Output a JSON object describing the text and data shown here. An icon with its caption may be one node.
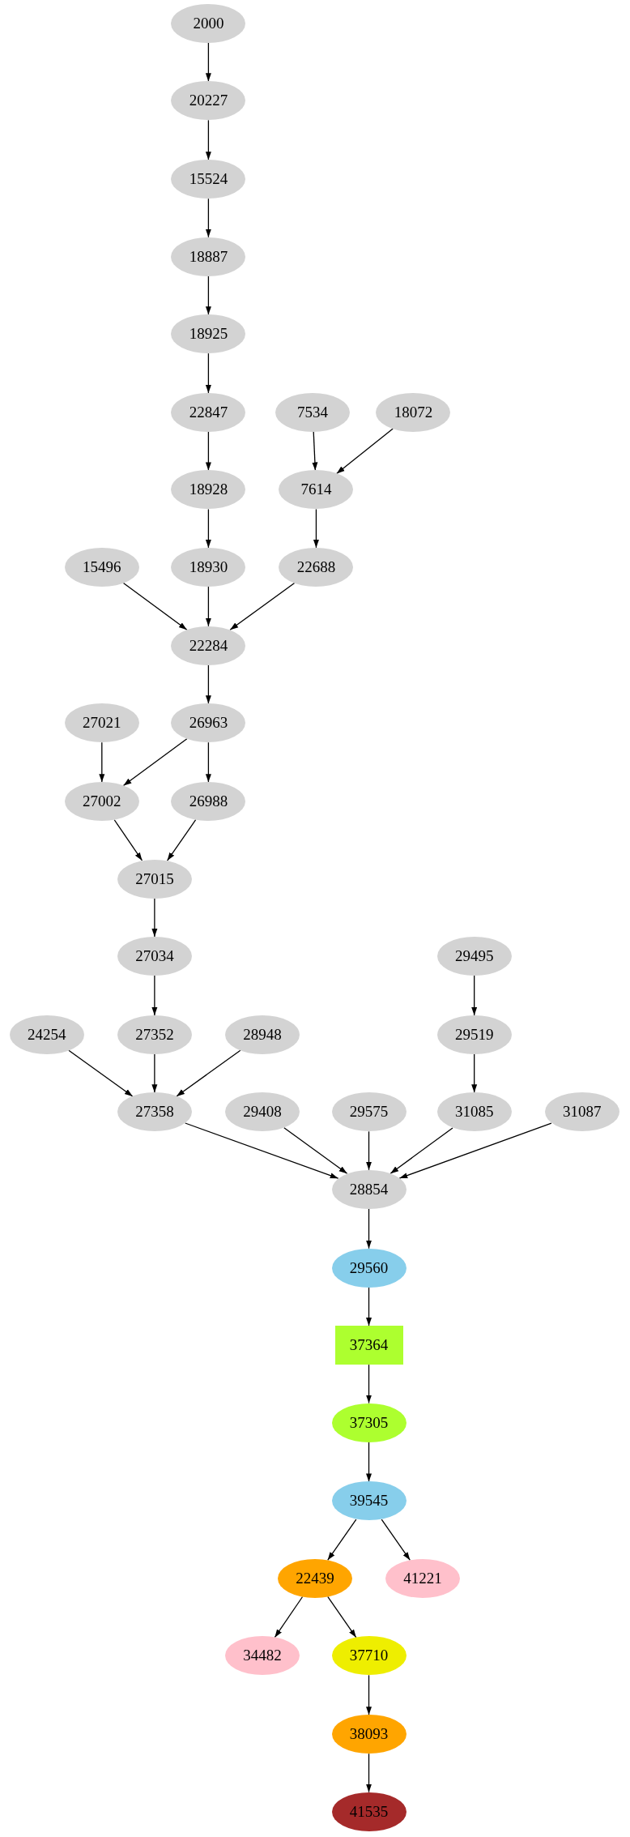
{
  "diagram": {
    "nodes": [
      {
        "text": [
          "2000"
        ]
      },
      {
        "text": [
          "20227"
        ]
      },
      {
        "text": [
          "15524"
        ]
      },
      {
        "text": [
          "18887"
        ]
      },
      {
        "text": [
          "18925"
        ]
      },
      {
        "text": [
          "22847"
        ]
      },
      {
        "text": [
          "7534"
        ]
      },
      {
        "text": [
          "18072"
        ]
      },
      {
        "text": [
          "18928"
        ]
      },
      {
        "text": [
          "7614"
        ]
      },
      {
        "text": [
          "15496"
        ]
      },
      {
        "text": [
          "18930"
        ]
      },
      {
        "text": [
          "22688"
        ]
      },
      {
        "text": [
          "22284"
        ]
      },
      {
        "text": [
          "27021"
        ]
      },
      {
        "text": [
          "26963"
        ]
      },
      {
        "text": [
          "27002"
        ]
      },
      {
        "text": [
          "26988"
        ]
      },
      {
        "text": [
          "27015"
        ]
      },
      {
        "text": [
          "29495"
        ]
      },
      {
        "text": [
          "27034"
        ]
      },
      {
        "text": [
          "24254"
        ]
      },
      {
        "text": [
          "27352"
        ]
      },
      {
        "text": [
          "28948"
        ]
      },
      {
        "text": [
          "29519"
        ]
      },
      {
        "text": [
          "27358"
        ]
      },
      {
        "text": [
          "29408"
        ]
      },
      {
        "text": [
          "29575"
        ]
      },
      {
        "text": [
          "31085"
        ]
      },
      {
        "text": [
          "31087"
        ]
      },
      {
        "text": [
          "28854"
        ]
      },
      {
        "text": [
          "29560"
        ]
      },
      {
        "text": [
          "37364"
        ]
      },
      {
        "text": [
          "37305"
        ]
      },
      {
        "text": [
          "39545"
        ]
      },
      {
        "text": [
          "22439"
        ]
      },
      {
        "text": [
          "41221"
        ]
      },
      {
        "text": [
          "34482"
        ]
      },
      {
        "text": [
          "37710"
        ]
      },
      {
        "text": [
          "38093"
        ]
      },
      {
        "text": [
          "41535"
        ]
      }
    ],
    "edges": [
      {
        "from": 0,
        "to": 1,
        "arrow": "to"
      },
      {
        "from": 1,
        "to": 2,
        "arrow": "to"
      },
      {
        "from": 2,
        "to": 3,
        "arrow": "to"
      },
      {
        "from": 3,
        "to": 4,
        "arrow": "to"
      },
      {
        "from": 4,
        "to": 5,
        "arrow": "to"
      },
      {
        "from": 5,
        "to": 8,
        "arrow": "to"
      },
      {
        "from": 6,
        "to": 9,
        "arrow": "to"
      },
      {
        "from": 7,
        "to": 9,
        "arrow": "to"
      },
      {
        "from": 8,
        "to": 11,
        "arrow": "to"
      },
      {
        "from": 9,
        "to": 12,
        "arrow": "to"
      },
      {
        "from": 10,
        "to": 13,
        "arrow": "to"
      },
      {
        "from": 11,
        "to": 13,
        "arrow": "to"
      },
      {
        "from": 12,
        "to": 13,
        "arrow": "to"
      },
      {
        "from": 13,
        "to": 15,
        "arrow": "to"
      },
      {
        "from": 14,
        "to": 16,
        "arrow": "to"
      },
      {
        "from": 15,
        "to": 16,
        "arrow": "to"
      },
      {
        "from": 15,
        "to": 17,
        "arrow": "to"
      },
      {
        "from": 16,
        "to": 18,
        "arrow": "to"
      },
      {
        "from": 17,
        "to": 18,
        "arrow": "to"
      },
      {
        "from": 18,
        "to": 20,
        "arrow": "to"
      },
      {
        "from": 20,
        "to": 22,
        "arrow": "to"
      },
      {
        "from": 19,
        "to": 24,
        "arrow": "to"
      },
      {
        "from": 21,
        "to": 25,
        "arrow": "to"
      },
      {
        "from": 22,
        "to": 25,
        "arrow": "to"
      },
      {
        "from": 23,
        "to": 25,
        "arrow": "to"
      },
      {
        "from": 24,
        "to": 28,
        "arrow": "to"
      },
      {
        "from": 25,
        "to": 30,
        "arrow": "to"
      },
      {
        "from": 26,
        "to": 30,
        "arrow": "to"
      },
      {
        "from": 27,
        "to": 30,
        "arrow": "to"
      },
      {
        "from": 28,
        "to": 30,
        "arrow": "to"
      },
      {
        "from": 29,
        "to": 30,
        "arrow": "to"
      },
      {
        "from": 30,
        "to": 31,
        "arrow": "to"
      },
      {
        "from": 31,
        "to": 32,
        "arrow": "to"
      },
      {
        "from": 32,
        "to": 33,
        "arrow": "to"
      },
      {
        "from": 33,
        "to": 34,
        "arrow": "to"
      },
      {
        "from": 34,
        "to": 35,
        "arrow": "to"
      },
      {
        "from": 34,
        "to": 36,
        "arrow": "to"
      },
      {
        "from": 35,
        "to": 37,
        "arrow": "to"
      },
      {
        "from": 35,
        "to": 38,
        "arrow": "to"
      },
      {
        "from": 38,
        "to": 39,
        "arrow": "to"
      },
      {
        "from": 39,
        "to": 40,
        "arrow": "to"
      }
    ]
  }
}
